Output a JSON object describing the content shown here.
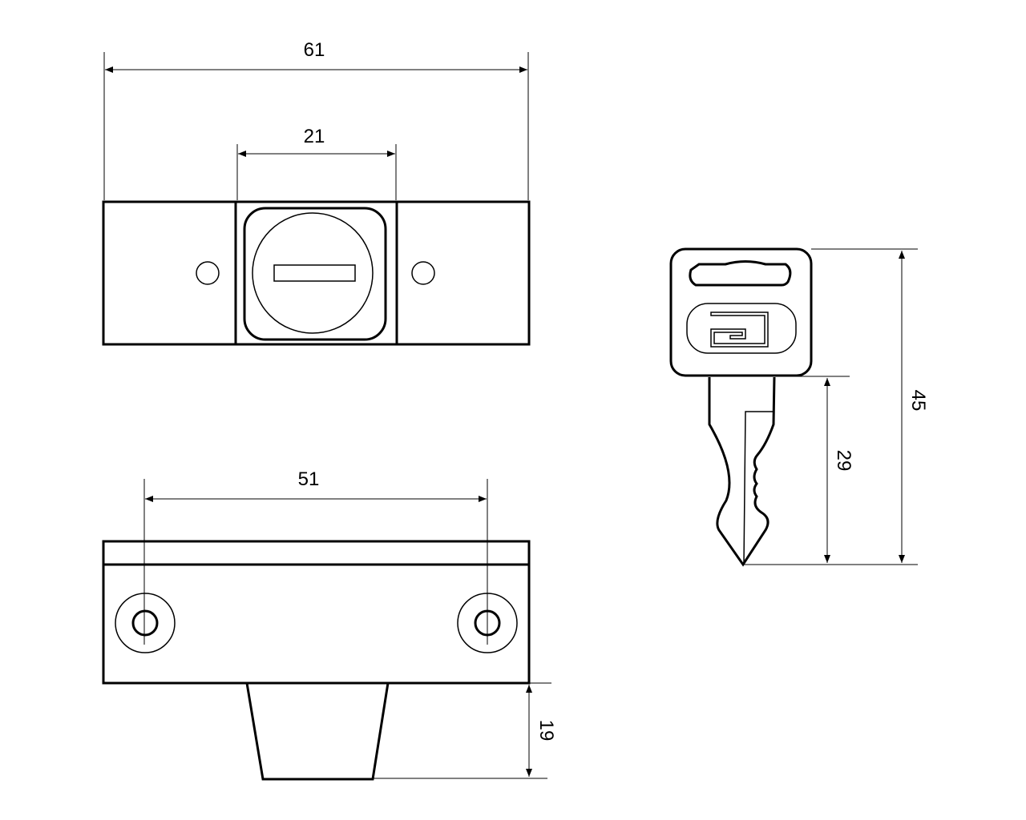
{
  "dimensions": {
    "overall_width": "61",
    "lock_width": "21",
    "hole_spacing": "51",
    "projection_depth": "19",
    "blade_length": "29",
    "key_length": "45"
  },
  "colors": {
    "line": "#000000",
    "background": "#ffffff"
  }
}
